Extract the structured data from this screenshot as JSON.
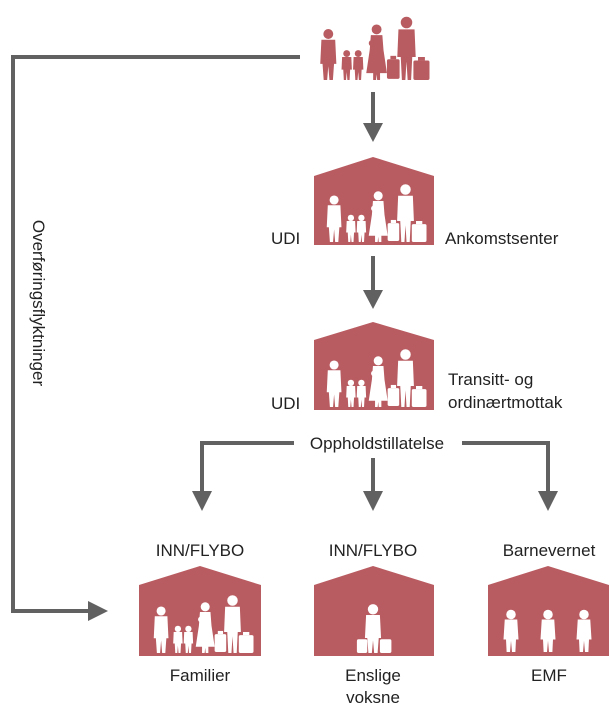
{
  "colors": {
    "house": "#b95c61",
    "arrow": "#616161",
    "figure": "#ffffff",
    "text": "#222222"
  },
  "labels": {
    "side_flow": "Overføringsflyktninger",
    "udi_1": "UDI",
    "ankomstsenter": "Ankomstsenter",
    "udi_2": "UDI",
    "transitt_line1": "Transitt- og",
    "transitt_line2": "ordinærtmottak",
    "oppholdstillatelse": "Oppholdstillatelse",
    "inn_flybo_1": "INN/FLYBO",
    "inn_flybo_2": "INN/FLYBO",
    "barnevernet": "Barnevernet",
    "familier": "Familier",
    "enslige_line1": "Enslige",
    "enslige_line2": "voksne",
    "emf": "EMF"
  },
  "icons": {
    "top_group": "family-group-icon",
    "house_1": "house-family-icon",
    "house_2": "house-family-icon",
    "house_familier": "house-family-icon",
    "house_enslige": "house-single-adult-icon",
    "house_emf": "house-minors-icon"
  }
}
